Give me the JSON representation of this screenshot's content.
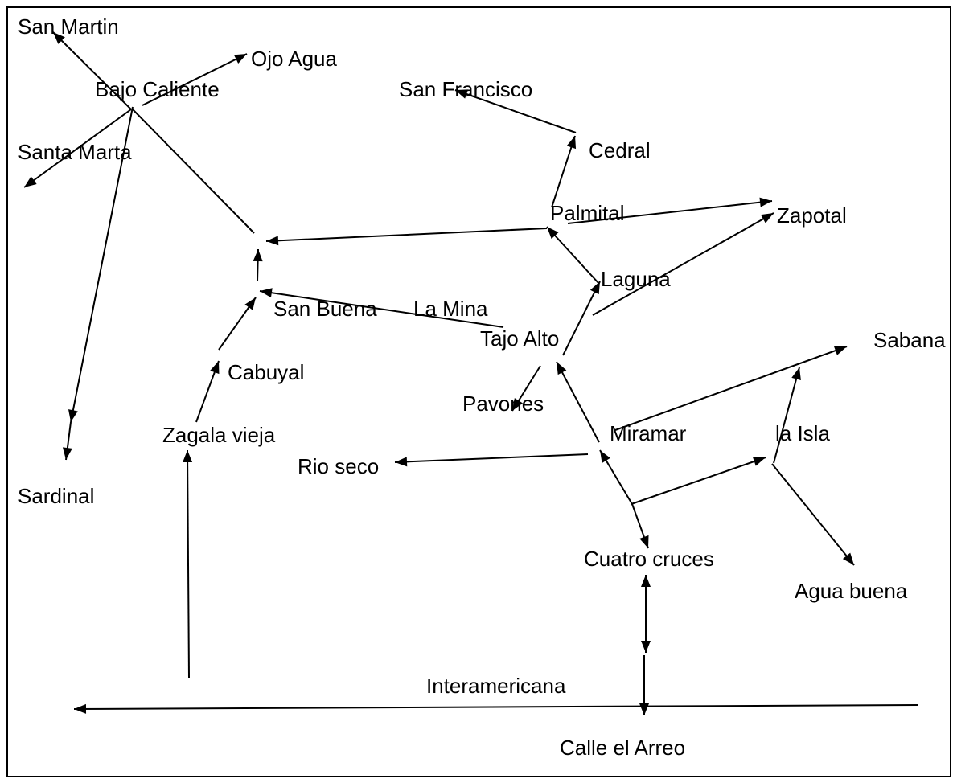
{
  "diagram": {
    "line_color": "#000000",
    "text_color": "#000000",
    "places": {
      "san_martin": "San Martin",
      "ojo_agua": "Ojo Agua",
      "bajo_caliente": "Bajo Caliente",
      "san_francisco": "San  Francisco",
      "santa_marta": "Santa Marta",
      "cedral": "Cedral",
      "palmital": "Palmital",
      "zapotal": "Zapotal",
      "laguna": "Laguna",
      "san_buena": "San Buena",
      "la_mina": "La Mina",
      "tajo_alto": "Tajo Alto",
      "sabana": "Sabana",
      "cabuyal": "Cabuyal",
      "pavones": "Pavones",
      "zagala_vieja": "Zagala vieja",
      "miramar": "Miramar",
      "la_isla": "la Isla",
      "rio_seco": "Rio seco",
      "sardinal": "Sardinal",
      "cuatro_cruces": "Cuatro cruces",
      "agua_buena": "Agua buena",
      "interamericana": "Interamericana",
      "calle_el_arreo": "Calle el Arreo"
    }
  }
}
